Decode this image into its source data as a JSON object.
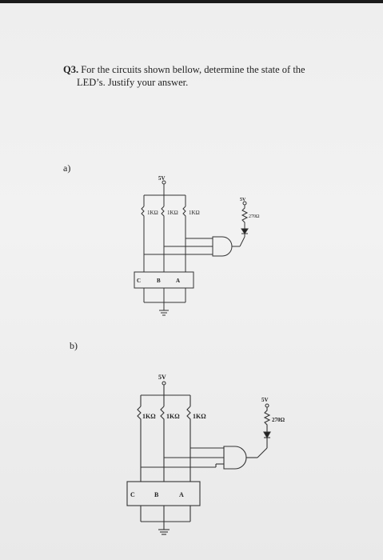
{
  "question": {
    "label": "Q3.",
    "line1": "For the circuits shown bellow, determine the state of the",
    "line2": "LED’s. Justify your answer."
  },
  "circuit_a": {
    "part_label": "a)",
    "supply": "5V",
    "resistors": [
      "1KΩ",
      "1KΩ",
      "1KΩ"
    ],
    "led_supply": "5V",
    "led_resistor": "270Ω",
    "switches": [
      "C",
      "B",
      "A"
    ]
  },
  "circuit_b": {
    "part_label": "b)",
    "supply": "5V",
    "resistors": [
      "1KΩ",
      "1KΩ",
      "1KΩ"
    ],
    "led_supply": "5V",
    "led_resistor": "270Ω",
    "switches": [
      "C",
      "B",
      "A"
    ]
  }
}
